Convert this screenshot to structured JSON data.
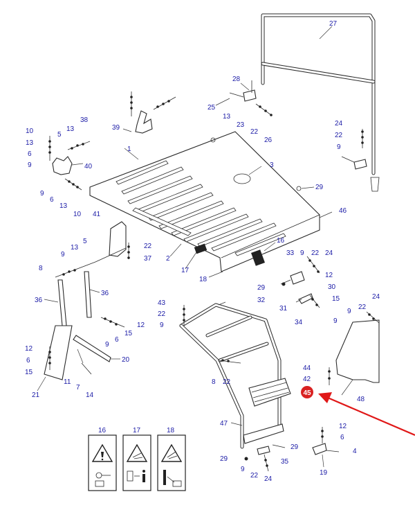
{
  "callouts": {
    "c27": "27",
    "c28": "28",
    "c25": "25",
    "c13a": "13",
    "c23": "23",
    "c22a": "22",
    "c26": "26",
    "c24a": "24",
    "c22b": "22",
    "c9a": "9",
    "c39": "39",
    "c10a": "10",
    "c13b": "13",
    "c6a": "6",
    "c9b": "9",
    "c5a": "5",
    "c13c": "13",
    "c38": "38",
    "c40": "40",
    "c1": "1",
    "c3": "3",
    "c29a": "29",
    "c9c": "9",
    "c6b": "6",
    "c13d": "13",
    "c10b": "10",
    "c46": "46",
    "c41": "41",
    "c22c": "22",
    "c37": "37",
    "c2": "2",
    "c17a": "17",
    "c16a": "16",
    "c13e": "13",
    "c9d": "9",
    "c5b": "5",
    "c8a": "8",
    "c33": "33",
    "c9e": "9",
    "c22d": "22",
    "c24b": "24",
    "c12a": "12",
    "c18a": "18",
    "c36a": "36",
    "c36b": "36",
    "c29b": "29",
    "c30": "30",
    "c32": "32",
    "c31": "31",
    "c15a": "15",
    "c43": "43",
    "c22e": "22",
    "c9f": "9",
    "c34": "34",
    "c9g": "9",
    "c9h": "9",
    "c22f": "22",
    "c24c": "24",
    "c12b": "12",
    "c15b": "15",
    "c9i": "9",
    "c6c": "6",
    "c12c": "12",
    "c6d": "6",
    "c15c": "15",
    "c20": "20",
    "c11": "11",
    "c7": "7",
    "c14": "14",
    "c21": "21",
    "c8b": "8",
    "c22g": "22",
    "c44": "44",
    "c42": "42",
    "c48": "48",
    "c47": "47",
    "c12d": "12",
    "c6e": "6",
    "c29c": "29",
    "c4": "4",
    "c29d": "29",
    "c9j": "9",
    "c22h": "22",
    "c24d": "24",
    "c35": "35",
    "c19": "19",
    "c16b": "16",
    "c17b": "17",
    "c18b": "18"
  },
  "highlight": {
    "label": "45",
    "color": "#d92121"
  },
  "arrow": {
    "color": "#e01818"
  },
  "text_color": "#1a1aa6"
}
